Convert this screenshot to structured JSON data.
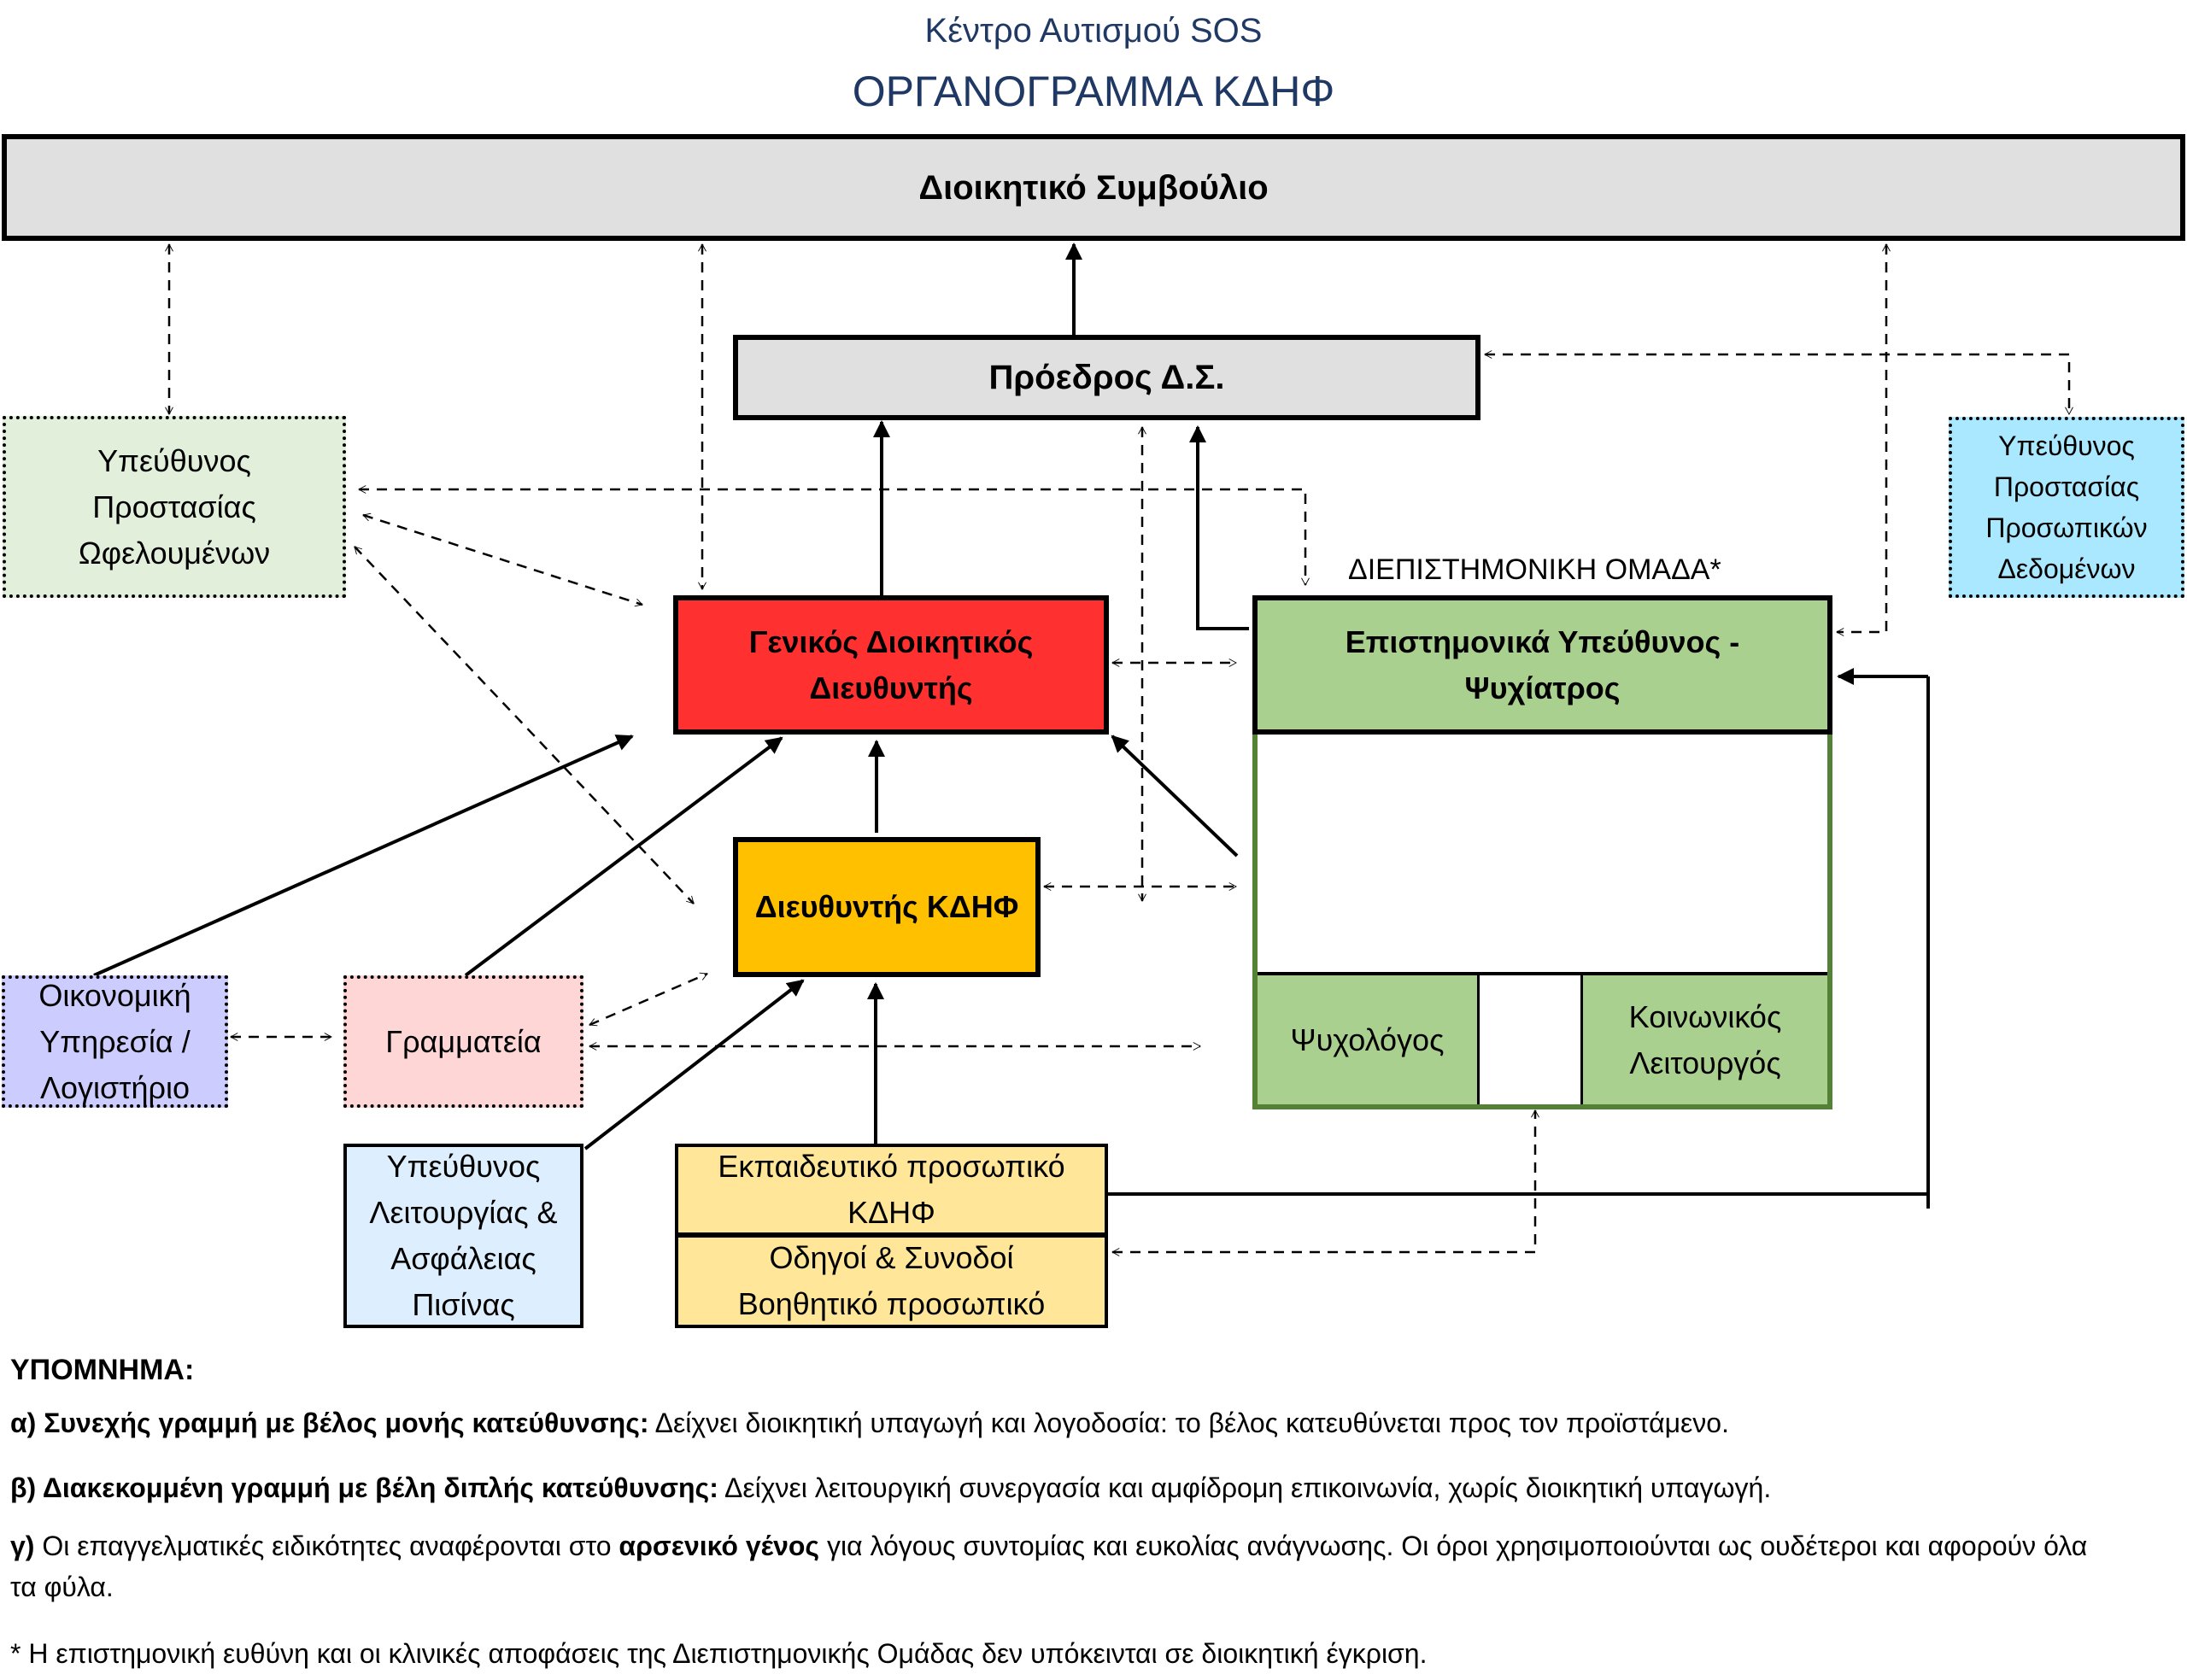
{
  "header": {
    "organization": "Κέντρο Αυτισμού SOS",
    "title": "ΟΡΓΑΝΟΓΡΑΜΜΑ ΚΔΗΦ"
  },
  "colors": {
    "title_text": "#1f3864",
    "board_fill": "#e0e0e0",
    "general_director_fill": "#ff3030",
    "kdhf_director_fill": "#ffc000",
    "scientific_team_fill": "#a9d08e",
    "scientific_team_border": "#548235",
    "beneficiary_protection_fill": "#e2efda",
    "data_protection_fill": "#a9e8ff",
    "finance_fill": "#ccccff",
    "secretariat_fill": "#ffd6d6",
    "pool_fill": "#ddefff",
    "staff_fill": "#ffe699"
  },
  "nodes": {
    "board": {
      "label": "Διοικητικό Συμβούλιο"
    },
    "president": {
      "label": "Πρόεδρος Δ.Σ."
    },
    "general_director": {
      "lines": [
        "Γενικός Διοικητικός",
        "Διευθυντής"
      ]
    },
    "kdhf_director": {
      "label": "Διευθυντής ΚΔΗΦ"
    },
    "beneficiary_protection": {
      "lines": [
        "Υπεύθυνος",
        "Προστασίας",
        "Ωφελουμένων"
      ]
    },
    "data_protection": {
      "lines": [
        "Υπεύθυνος",
        "Προστασίας",
        "Προσωπικών",
        "Δεδομένων"
      ]
    },
    "scientific_team": {
      "group_label": "ΔΙΕΠΙΣΤΗΜΟΝΙΚΗ ΟΜΑΔΑ*",
      "head": {
        "lines": [
          "Επιστημονικά Υπεύθυνος -",
          "Ψυχίατρος"
        ]
      },
      "psychologist": {
        "label": "Ψυχολόγος"
      },
      "social_worker": {
        "lines": [
          "Κοινωνικός",
          "Λειτουργός"
        ]
      }
    },
    "finance": {
      "lines": [
        "Οικονομική",
        "Υπηρεσία /",
        "Λογιστήριο"
      ]
    },
    "secretariat": {
      "label": "Γραμματεία"
    },
    "pool_safety": {
      "lines": [
        "Υπεύθυνος",
        "Λειτουργίας &",
        "Ασφάλειας",
        "Πισίνας"
      ]
    },
    "educational_staff": {
      "lines": [
        "Εκπαιδευτικό προσωπικό",
        "ΚΔΗΦ"
      ]
    },
    "support_staff": {
      "lines": [
        "Οδηγοί & Συνοδοί",
        "Βοηθητικό προσωπικό"
      ]
    }
  },
  "legend": {
    "heading": "ΥΠΟΜΝΗΜΑ:",
    "items": [
      {
        "bold": "α) Συνεχής γραμμή με βέλος μονής κατεύθυνσης:",
        "text": " Δείχνει διοικητική υπαγωγή και λογοδοσία: το βέλος κατευθύνεται προς τον προϊστάμενο."
      },
      {
        "bold": "β) Διακεκομμένη γραμμή με βέλη διπλής κατεύθυνσης:",
        "text": " Δείχνει λειτουργική συνεργασία και αμφίδρομη επικοινωνία, χωρίς διοικητική υπαγωγή."
      },
      {
        "bold": "γ)",
        "text_before": " Οι επαγγελματικές ειδικότητες αναφέρονται στο ",
        "bold_mid": "αρσενικό γένος",
        "text_after": " για λόγους συντομίας και ευκολίας ανάγνωσης. Οι όροι χρησιμοποιούνται ως ουδέτεροι και αφορούν όλα τα φύλα."
      }
    ],
    "footnote": "* Η επιστημονική ευθύνη και οι κλινικές αποφάσεις της Διεπιστημονικής Ομάδας δεν υπόκεινται σε διοικητική έγκριση."
  }
}
